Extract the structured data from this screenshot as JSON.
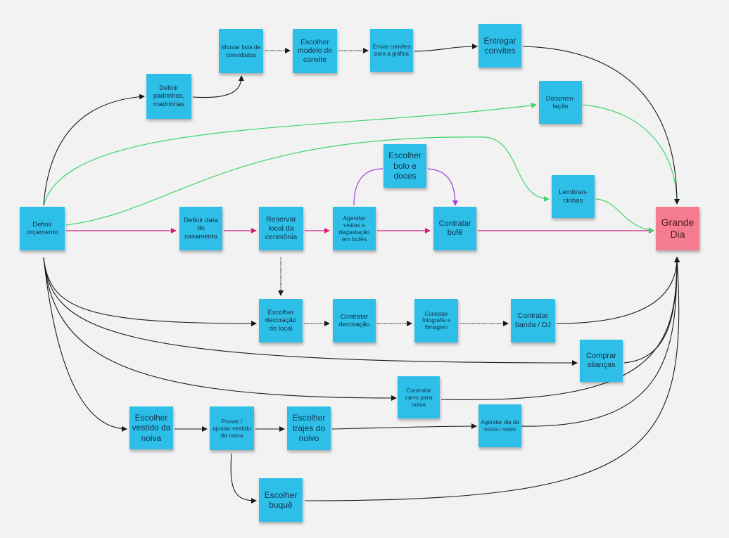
{
  "colors": {
    "background": "#f2f2f2",
    "note": "#2ebfe8",
    "goal_note": "#f47c8e",
    "edge_default": "#1a1a1a",
    "edge_green": "#3fd66b",
    "edge_magenta": "#d61c78",
    "edge_purple": "#a23fd9"
  },
  "notes": {
    "definir_padrinhos": "Definir padrinhos, madrinhas",
    "montar_lista": "Montar lista de convidados",
    "escolher_modelo": "Escolher modelo de convite",
    "enviar_convites": "Enviar convites para a gráfica",
    "entregar_convites": "Entregar convites",
    "documentacao": "Documen-\ntação",
    "escolher_bolo": "Escolher bolo e doces",
    "lembrancinhas": "Lembran-\ncinhas",
    "definir_orcamento": "Definir orçamento",
    "definir_data": "Definir data do casamento",
    "reservar_local": "Reservar local da cerimônia",
    "agendar_visitas": "Agendar visitas e degustação em bufês",
    "contratar_bufe": "Contratar bufê",
    "grande_dia": "Grande Dia",
    "escolher_decoracao": "Escolher decoração do local",
    "contratar_decoracao": "Contratar decoração",
    "contratar_foto": "Contratar fotografia e filmagem",
    "contratar_banda": "Contratar banda / DJ",
    "comprar_aliancas": "Comprar alianças",
    "contratar_carro": "Contratar carro para noiva",
    "escolher_vestido": "Escolher vestido da noiva",
    "provar_vestido": "Provar / ajustar vestido da noiva",
    "escolher_trajes": "Escolher trajes do noivo",
    "agendar_dia": "Agendar dia da noiva / noivo",
    "escolher_buque": "Escolher buquê"
  }
}
